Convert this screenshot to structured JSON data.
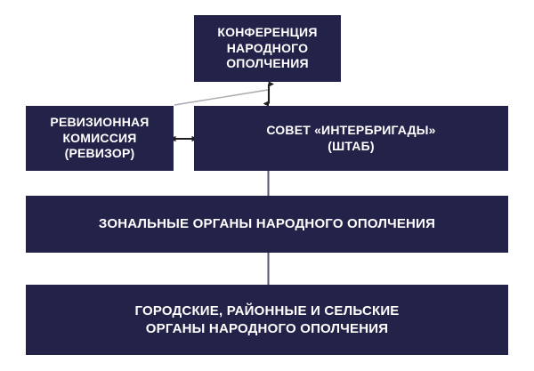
{
  "diagram": {
    "title_text": "",
    "colors": {
      "box_fill": "#232249",
      "box_text": "#ffffff",
      "background": "#ffffff",
      "connector": "#231f20",
      "diagonal_connector": "#a9a9b0"
    },
    "nodes": [
      {
        "id": "conference",
        "label": "КОНФЕРЕНЦИЯ\nНАРОДНОГО\nОПОЛЧЕНИЯ"
      },
      {
        "id": "audit",
        "label": "РЕВИЗИОННАЯ\nКОМИССИЯ\n(РЕВИЗОР)"
      },
      {
        "id": "council",
        "label": "СОВЕТ «ИНТЕРБРИГАДЫ»\n(ШТАБ)"
      },
      {
        "id": "zonal",
        "label": "ЗОНАЛЬНЫЕ ОРГАНЫ НАРОДНОГО ОПОЛЧЕНИЯ"
      },
      {
        "id": "local",
        "label": "ГОРОДСКИЕ, РАЙОННЫЕ И СЕЛЬСКИЕ\nОРГАНЫ НАРОДНОГО ОПОЛЧЕНИЯ"
      }
    ],
    "connectors": [
      {
        "id": "conference-council",
        "from": "conference",
        "to": "council",
        "style": "double-arrow-vertical"
      },
      {
        "id": "conference-audit",
        "from": "conference",
        "to": "audit",
        "style": "thin-diagonal-line"
      },
      {
        "id": "audit-council",
        "from": "audit",
        "to": "council",
        "style": "double-arrow-horizontal"
      },
      {
        "id": "council-zonal",
        "from": "council",
        "to": "zonal",
        "style": "plain-line-vertical"
      },
      {
        "id": "zonal-local",
        "from": "zonal",
        "to": "local",
        "style": "plain-line-vertical"
      }
    ]
  }
}
